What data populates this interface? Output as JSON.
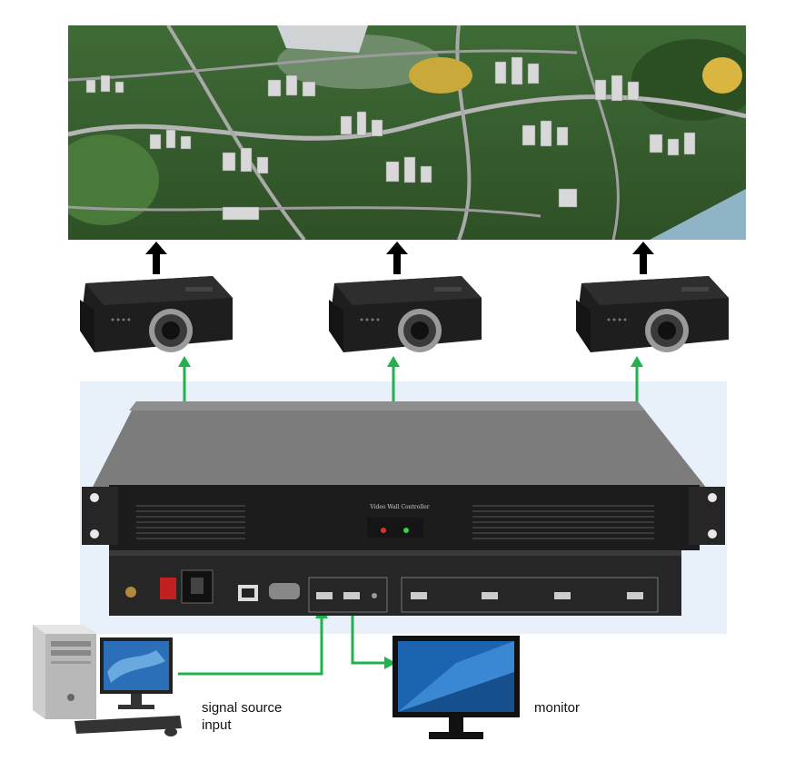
{
  "labels": {
    "signal_source": "signal source",
    "signal_source_line2": "input",
    "monitor": "monitor",
    "device_name": "Video Wall Controller"
  },
  "colors": {
    "arrow_green": "#22b14c",
    "arrow_black": "#000000",
    "panel_bg": "#e8f0fa"
  },
  "icons": {
    "projectors": [
      "projector-icon",
      "projector-icon",
      "projector-icon"
    ],
    "controller": "video-wall-controller-icon",
    "computer": "desktop-computer-icon",
    "monitor": "monitor-icon"
  }
}
